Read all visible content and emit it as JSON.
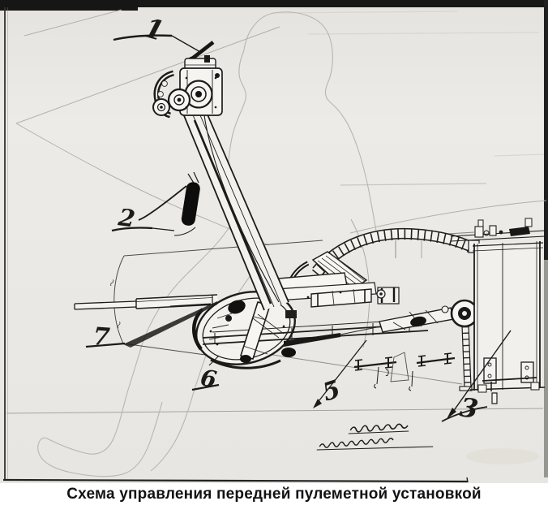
{
  "document": {
    "type": "scanned technical drawing",
    "caption": "Схема управления передней пулеметной установкой"
  },
  "callouts": [
    {
      "label": "1"
    },
    {
      "label": "2"
    },
    {
      "label": "3"
    },
    {
      "label": "5"
    },
    {
      "label": "6"
    },
    {
      "label": "7"
    }
  ],
  "colors": {
    "paper": "#eae8e4",
    "ink": "#1b1b1a",
    "faint_line": "#b6b2aa",
    "caption_background": "#ffffff"
  }
}
